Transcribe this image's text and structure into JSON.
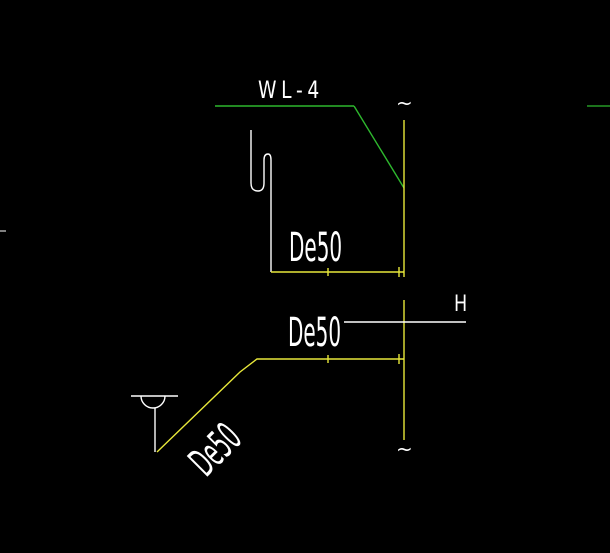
{
  "drawing": {
    "background": "#000000",
    "colors": {
      "green_pipe": "#2eb82e",
      "yellow_pipe": "#e8e83a",
      "white_line": "#ffffff"
    },
    "labels": {
      "riser_tag": "WL-4",
      "pipe_size_upper": "De50",
      "pipe_size_middle": "De50",
      "pipe_size_diagonal": "De50",
      "height_mark": "H"
    },
    "symbols": {
      "break_mark_top": "~",
      "break_mark_bottom": "~"
    }
  }
}
